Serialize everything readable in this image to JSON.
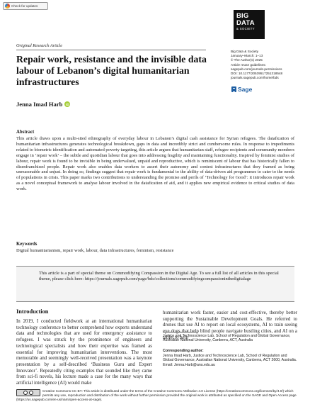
{
  "header": {
    "update_badge": "Check for updates",
    "section_label": "Original Research Article",
    "logo_line1": "BIG",
    "logo_line2": "DATA",
    "logo_line3": "& SOCIETY"
  },
  "journal_info": {
    "lines": [
      "Big Data & Society",
      "January–March: 1–13",
      "© The Author(s) 2025",
      "Article reuse guidelines:",
      "sagepub.com/journals-permissions",
      "DOI: 10.1177/20539517251318548",
      "journals.sagepub.com/home/bds"
    ],
    "publisher": "Sage"
  },
  "article": {
    "title": "Repair work, resistance and the invisible data labour of Lebanon’s digital humanitarian infrastructures",
    "author": "Jenna Imad Harb",
    "abstract_heading": "Abstract",
    "abstract": "This article draws upon a multi-sited ethnography of everyday labour in Lebanon’s digital cash assistance for Syrian refugees. The datafication of humanitarian infrastructures generates technological breakdown, gaps in data and incredibly strict and cumbersome rules. In response to impediments related to biometric identification and automated poverty targeting, this article argues that humanitarian staff, refugee recipients and community members engage in ‘repair work’ – the subtle and quotidian labour that goes into addressing fragility and maintaining functionality. Inspired by feminist studies of labour, repair work is found to be invisible in being undervalued, unpaid and reproductive, which is reminiscent of labour that has historically fallen to disenfranchised people. Repair work also enables data workers to assert their autonomy and contest infrastructures that they framed as being unreasonable and unjust. In doing so, findings suggest that repair work is fundamental to the ability of data-driven aid programmes to cater to the needs of populations in crisis. This paper marks two contributions to understanding the promise and perils of ‘Technology for Good’: it introduces repair work as a novel conceptual framework to analyse labour involved in the datafication of aid, and it applies new empirical evidence to critical studies of data work.",
    "keywords_heading": "Keywords",
    "keywords": "Digital humanitarianism, repair work, labour, data infrastructures, feminism, resistance",
    "special_issue": "This article is a part of special theme on Commodifying Compassion in the Digital Age. To see a full list of all articles in this special theme, please click here: https://journals.sagepub.com/page/bds/collections/commodifyingcompassioninthedigitalage",
    "intro_heading": "Introduction",
    "intro_left": "In 2019, I conducted fieldwork at an international humanitarian technology conference to better comprehend how experts understand data and technologies that are used for emergency assistance to refugees. I was struck by the prominence of engineers and technological specialists and how their expertise was framed as essential for improving humanitarian interventions. The most memorable and seemingly well-received presentation was a keynote presentation by a self-described ‘Business Guru and Expert Innovator’. Repeatedly citing examples that sounded like they came from sci-fi novels, his lecture made a case for the many ways that artificial intelligence (AI) would make",
    "intro_right": "humanitarian work faster, easier and cost-effective, thereby better supporting the Sustainable Development Goals. He referred to drones that use AI to report on local ecosystems, AI to train seeing eye dogs that help blind people navigate bustling cities, and AI on a tablet to help",
    "affiliation": "Justice and Technoscience Lab, School of Regulation and Global Governance, Australian National University, Canberra, ACT, Australia",
    "corresponding_heading": "Corresponding author:",
    "corresponding_body": "Jenna Imad Harb, Justice and Technoscience Lab, School of Regulation and Global Governance, Australian National University, Canberra, ACT 2600, Australia.\nEmail: Jenna.Harb@anu.edu.au",
    "license": "Creative Commons CC BY: This article is distributed under the terms of the Creative Commons Attribution 4.0 License (https://creativecommons.org/licenses/by/4.0/) which permits any use, reproduction and distribution of the work without further permission provided the original work is attributed as specified on the SAGE and Open Access page (https://us.sagepub.com/en-us/nam/open-access-at-sage)."
  }
}
